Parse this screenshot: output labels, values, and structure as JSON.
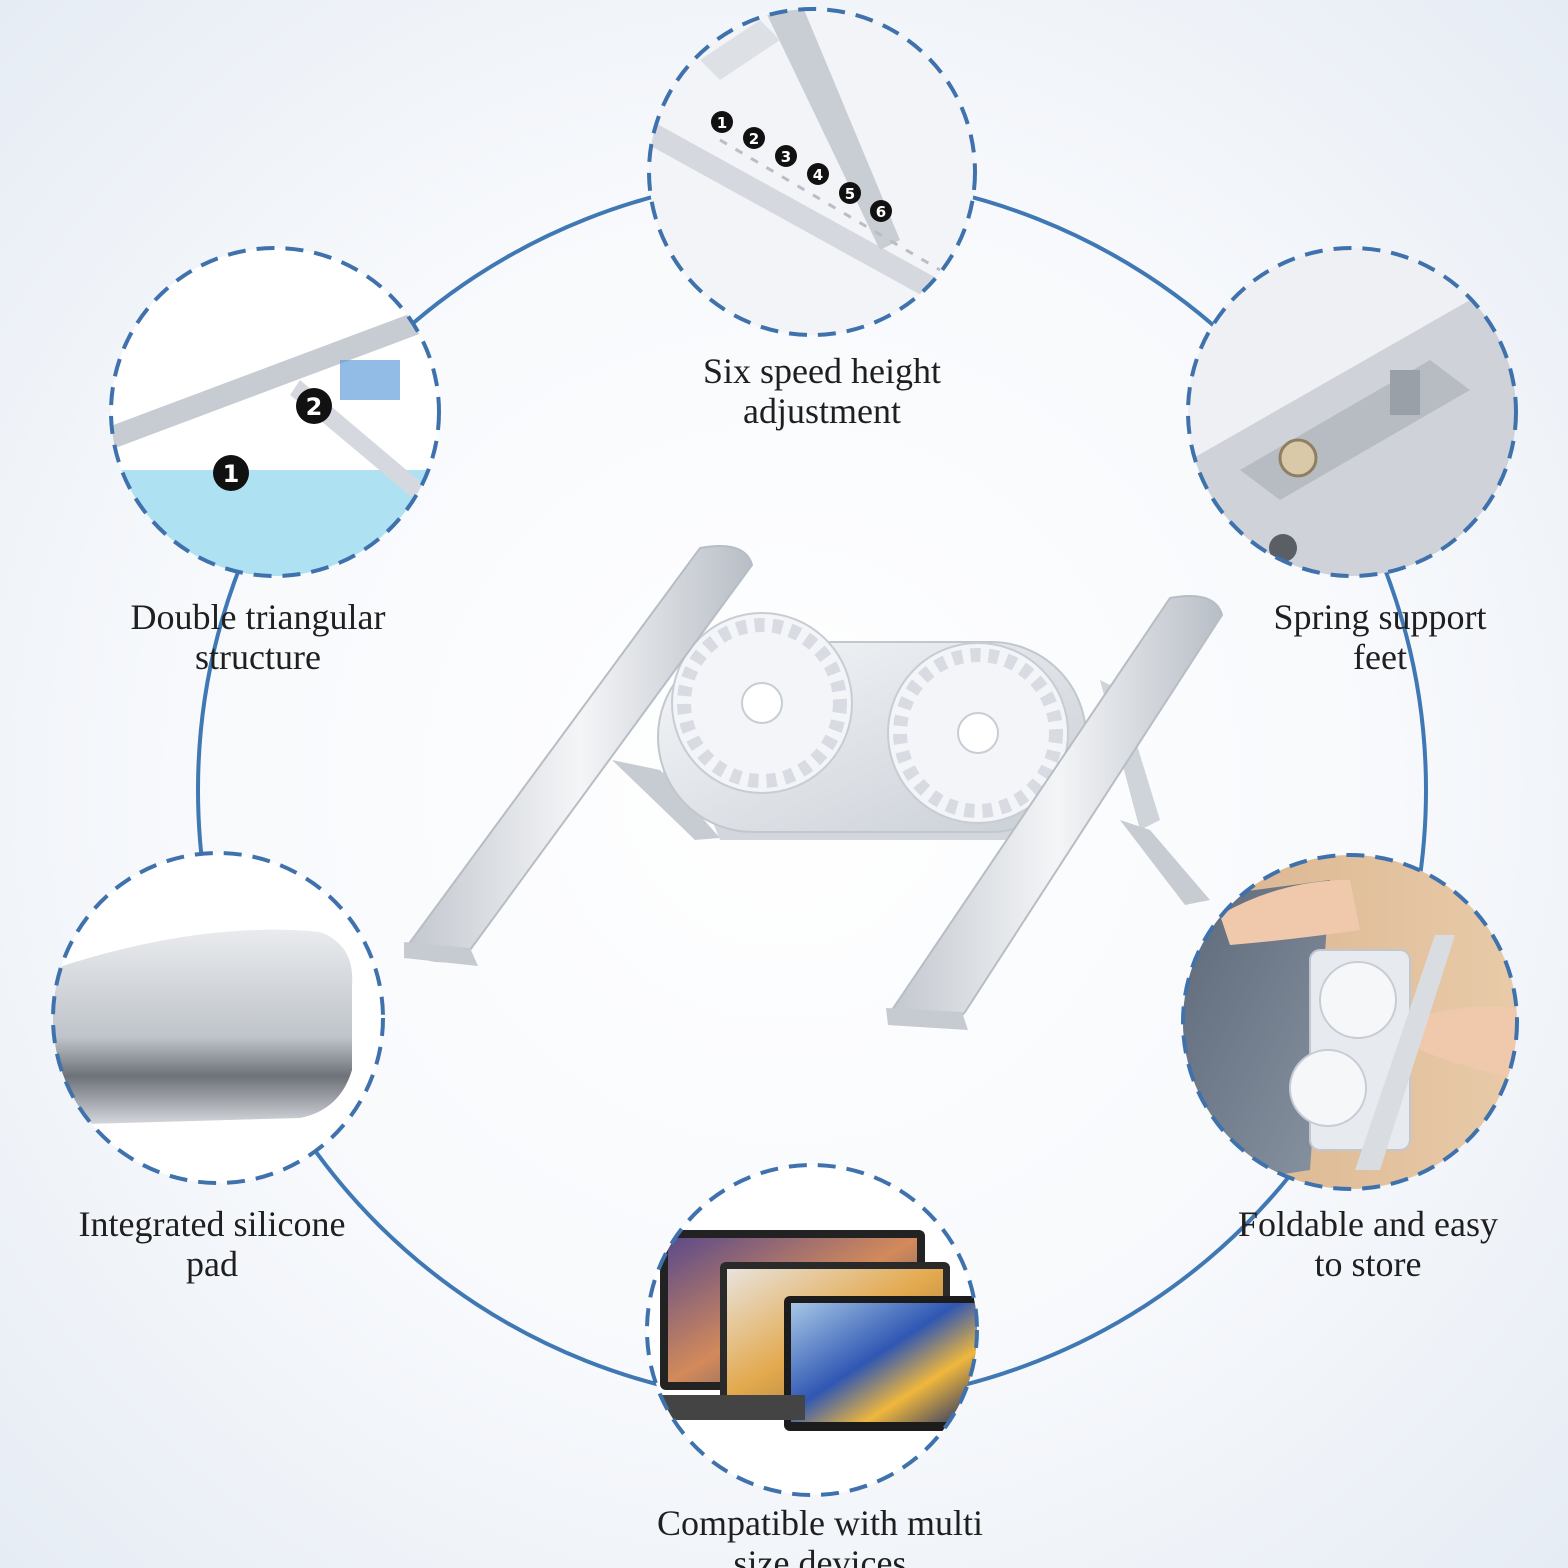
{
  "colors": {
    "ring": "#3f78b3",
    "dash_border": "#3f72ad",
    "background": "#f4f7fb",
    "aluminium": "#dfe3e8",
    "badge": "#111111"
  },
  "features": {
    "height": {
      "line1": "Six speed height",
      "line2": "adjustment",
      "steps": [
        "1",
        "2",
        "3",
        "4",
        "5",
        "6"
      ]
    },
    "triangular": {
      "line1": "Double triangular",
      "line2": "structure",
      "steps": [
        "1",
        "2"
      ]
    },
    "spring": {
      "line1": "Spring support",
      "line2": "feet"
    },
    "silicone": {
      "line1": "Integrated silicone",
      "line2": "pad"
    },
    "foldable": {
      "line1": "Foldable and easy",
      "line2": "to store"
    },
    "compatible": {
      "line1": "Compatible with multi",
      "line2": "size devices"
    }
  },
  "product": {
    "name": "laptop-stand-with-dual-fans",
    "fan_count": 2
  }
}
